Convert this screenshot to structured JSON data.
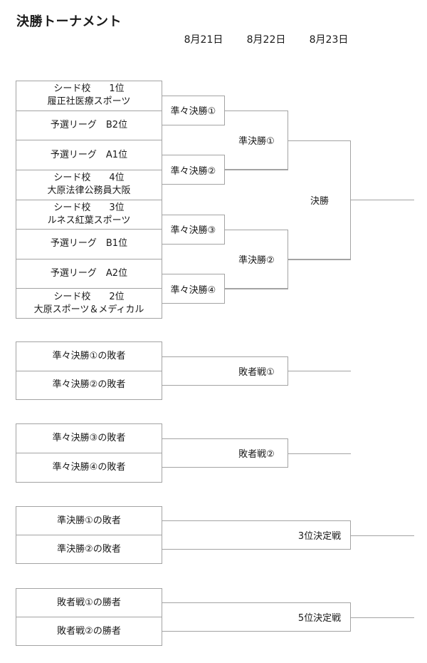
{
  "title": "決勝トーナメント",
  "dates": [
    "8月21日",
    "8月22日",
    "8月23日"
  ],
  "colors": {
    "line": "#a3a3a3",
    "text": "#1a1a1a"
  },
  "main_bracket": {
    "slots": [
      {
        "line1": "シード校　　1位",
        "line2": "履正社医療スポーツ"
      },
      {
        "line1": "予選リーグ　B2位"
      },
      {
        "line1": "予選リーグ　A1位"
      },
      {
        "line1": "シード校　　4位",
        "line2": "大原法律公務員大阪"
      },
      {
        "line1": "シード校　　3位",
        "line2": "ルネス紅葉スポーツ"
      },
      {
        "line1": "予選リーグ　B1位"
      },
      {
        "line1": "予選リーグ　A2位"
      },
      {
        "line1": "シード校　　2位",
        "line2": "大原スポーツ＆メディカル"
      }
    ],
    "quarterfinals": [
      "準々決勝①",
      "準々決勝②",
      "準々決勝③",
      "準々決勝④"
    ],
    "semifinals": [
      "準決勝①",
      "準決勝②"
    ],
    "final": "決勝"
  },
  "consolation": {
    "loser_match1": {
      "slots": [
        "準々決勝①の敗者",
        "準々決勝②の敗者"
      ],
      "label": "敗者戦①"
    },
    "loser_match2": {
      "slots": [
        "準々決勝③の敗者",
        "準々決勝④の敗者"
      ],
      "label": "敗者戦②"
    },
    "third_place": {
      "slots": [
        "準決勝①の敗者",
        "準決勝②の敗者"
      ],
      "label": "3位決定戦"
    },
    "fifth_place": {
      "slots": [
        "敗者戦①の勝者",
        "敗者戦②の勝者"
      ],
      "label": "5位決定戦"
    }
  }
}
